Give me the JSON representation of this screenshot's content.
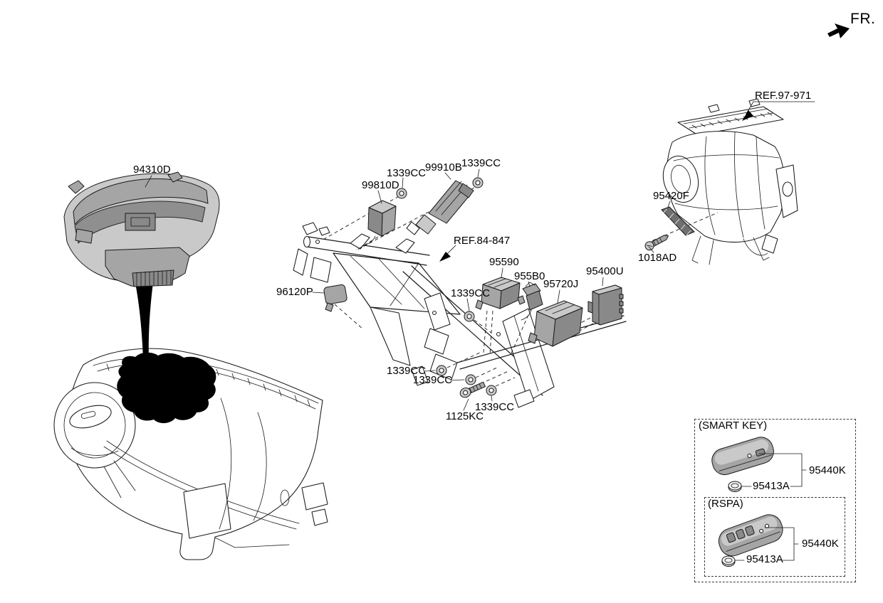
{
  "header": {
    "fr": "FR."
  },
  "parts": {
    "cluster_94310d": "94310D",
    "junction_99810d": "99810D",
    "camera_99910b": "99910B",
    "nut_1339cc": "1339CC",
    "ref_crossmember": "REF.84-847",
    "ref_hvac": "REF.97-971",
    "antenna_95420f": "95420F",
    "screw_1018ad": "1018AD",
    "pad_96120p": "96120P",
    "module_95590": "95590",
    "relay_955b0": "955B0",
    "module_95720j": "95720J",
    "controller_95400u": "95400U",
    "bolt_1125kc": "1125KC",
    "fob_95440k": "95440K",
    "battery_95413a": "95413A"
  },
  "sections": {
    "smart_key": "(SMART KEY)",
    "rspa": "(RSPA)"
  },
  "colors": {
    "ink": "#1a1a1a",
    "gray-light": "#c9c9c9",
    "gray-mid": "#a5a5a5",
    "gray-dark": "#898989"
  }
}
